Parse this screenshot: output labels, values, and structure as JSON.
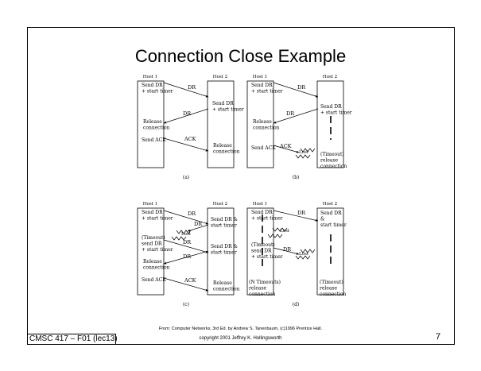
{
  "slide": {
    "title": "Connection Close Example",
    "credit": "From: Computer Networks, 3rd Ed. by Andrew S. Tanenbaum, (c)1996 Prentice Hall.",
    "copyright": "copyright 2001 Jeffrey K. Hollingsworth",
    "course": "CMSC 417 – F01  (lec13)",
    "page": "7"
  },
  "diagrams": [
    {
      "id": "a",
      "caption": "(a)",
      "host1_label": "Host 1",
      "host2_label": "Host 2",
      "host1_notes": [
        {
          "lines": [
            "Send DR",
            "+ start timer"
          ]
        },
        {
          "lines": [
            "Release",
            "connection"
          ]
        },
        {
          "lines": [
            "Send ACK"
          ]
        }
      ],
      "host2_notes": [
        {
          "lines": [
            "Send DR",
            "+ start timer"
          ]
        },
        {
          "lines": [
            "Release",
            "connection"
          ]
        }
      ],
      "messages": [
        {
          "label": "DR"
        },
        {
          "label": "DR"
        },
        {
          "label": "ACK"
        }
      ]
    },
    {
      "id": "b",
      "caption": "(b)",
      "host1_label": "Host 1",
      "host2_label": "Host 2",
      "host1_notes": [
        {
          "lines": [
            "Send DR",
            "+ start timer"
          ]
        },
        {
          "lines": [
            "Release",
            "connection"
          ]
        },
        {
          "lines": [
            "Send ACK"
          ]
        }
      ],
      "host2_notes": [
        {
          "lines": [
            "Send DR",
            "+ start timer"
          ]
        },
        {
          "lines": [
            "(Timeout)",
            "release",
            "connection"
          ]
        }
      ],
      "messages": [
        {
          "label": "DR"
        },
        {
          "label": "DR"
        },
        {
          "label": "ACK"
        }
      ],
      "lost_labels": [
        "Lost"
      ]
    },
    {
      "id": "c",
      "caption": "(c)",
      "host1_label": "Host 1",
      "host2_label": "Host 2",
      "host1_notes": [
        {
          "lines": [
            "Send DR",
            "+ start timer"
          ]
        },
        {
          "lines": [
            "(Timeout)",
            "send DR",
            "+ start timer"
          ]
        },
        {
          "lines": [
            "Release",
            "connection"
          ]
        },
        {
          "lines": [
            "Send ACK"
          ]
        }
      ],
      "host2_notes": [
        {
          "lines": [
            "Send DR &",
            "start timer"
          ]
        },
        {
          "lines": [
            "Send DR &",
            "start timer"
          ]
        },
        {
          "lines": [
            "Release",
            "connection"
          ]
        }
      ],
      "messages": [
        {
          "label": "DR"
        },
        {
          "label": "DR"
        },
        {
          "label": "DR"
        },
        {
          "label": "DR"
        },
        {
          "label": "ACK"
        }
      ],
      "lost_labels": [
        "Lost"
      ]
    },
    {
      "id": "d",
      "caption": "(d)",
      "host1_label": "Host 1",
      "host2_label": "Host 2",
      "host1_notes": [
        {
          "lines": [
            "Send DR",
            "+ start timer"
          ]
        },
        {
          "lines": [
            "(Timeout)",
            "send DR",
            "+ start timer"
          ]
        },
        {
          "lines": [
            "(N Timeouts)",
            "release",
            "connection"
          ]
        }
      ],
      "host2_notes": [
        {
          "lines": [
            "Send DR",
            "&",
            "start timer"
          ]
        },
        {
          "lines": [
            "(Timeout)",
            "release",
            "connection"
          ]
        }
      ],
      "messages": [
        {
          "label": "DR"
        },
        {
          "label": "DR"
        }
      ],
      "lost_labels": [
        "Lost",
        "Lost"
      ]
    }
  ]
}
